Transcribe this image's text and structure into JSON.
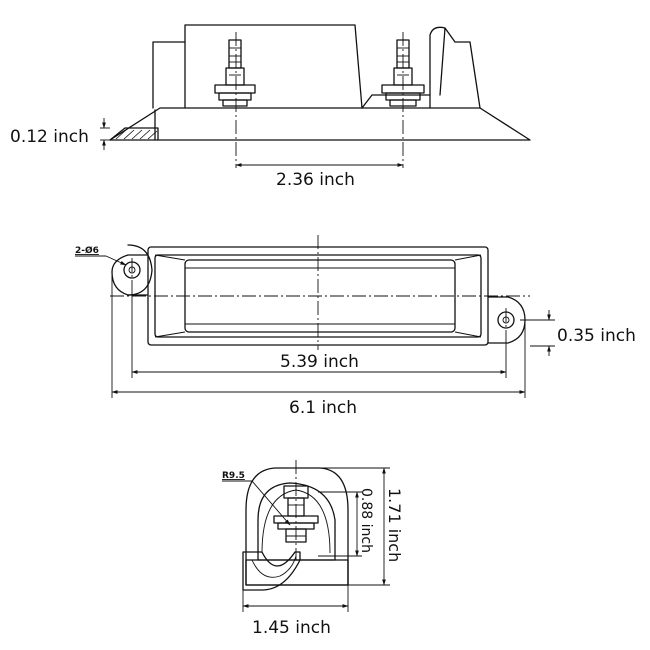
{
  "dimensions": {
    "top_view": {
      "thickness": "0.12 inch",
      "stud_spacing": "2.36 inch"
    },
    "plan_view": {
      "hole_callout": "2-Ø6",
      "hole_offset": "0.35 inch",
      "inner_length": "5.39 inch",
      "overall_length": "6.1 inch"
    },
    "end_view": {
      "radius_callout": "R9.5",
      "inner_height": "0.88 inch",
      "overall_height": "1.71 inch",
      "width": "1.45 inch"
    }
  }
}
